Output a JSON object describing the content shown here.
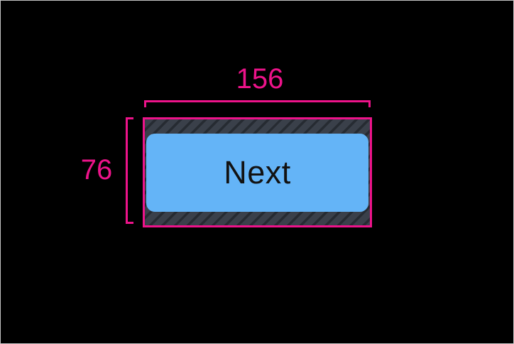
{
  "colors": {
    "accent": "#ED138A",
    "canvas-bg": "#000000",
    "frame-border": "#c4c4c4",
    "hatch-base": "#3A404A",
    "hatch-stripe": "#262B32",
    "button-bg": "#64B4F7",
    "button-text": "#121212"
  },
  "measurements": {
    "width_label": "156",
    "height_label": "76"
  },
  "view": {
    "button_label": "Next"
  }
}
